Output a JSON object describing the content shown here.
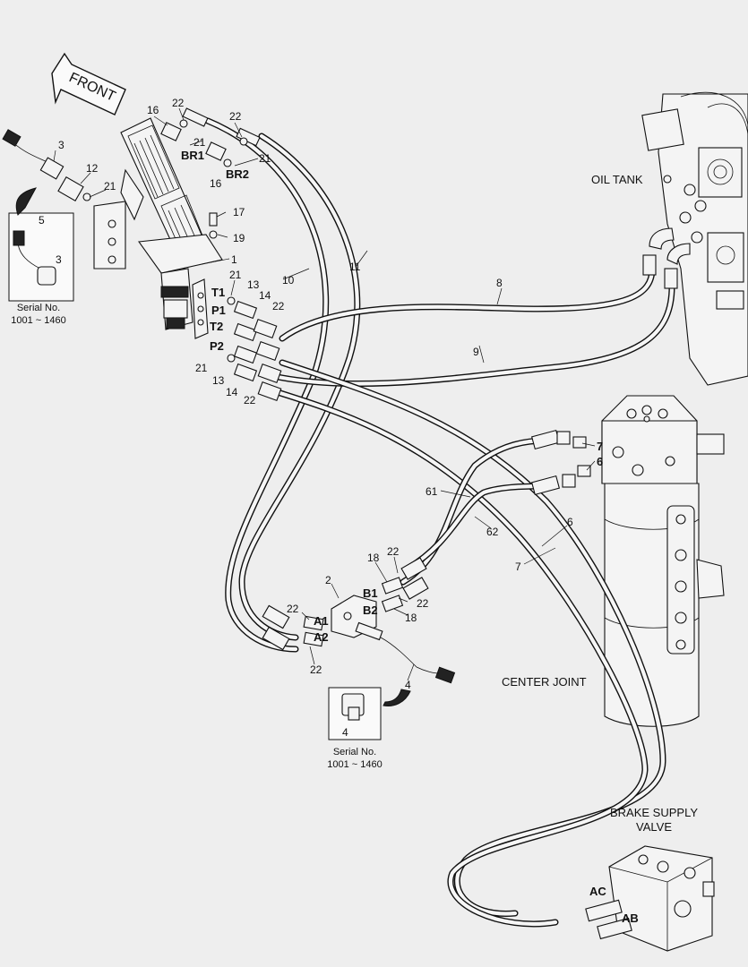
{
  "labels": {
    "front": "FRONT",
    "oil_tank": "OIL TANK",
    "center_joint": "CENTER JOINT",
    "brake_supply_valve_line1": "BRAKE SUPPLY",
    "brake_supply_valve_line2": "VALVE",
    "serial_no": "Serial No.",
    "serial_range": "1001 ~ 1460"
  },
  "ports": {
    "br1": "BR1",
    "br2": "BR2",
    "t1": "T1",
    "p1": "P1",
    "t2": "T2",
    "p2": "P2",
    "a1": "A1",
    "a2": "A2",
    "b1": "B1",
    "b2": "B2",
    "ac": "AC",
    "ab": "AB",
    "cj7": "7",
    "cj6": "6"
  },
  "parts": {
    "p1": "1",
    "p2": "2",
    "p3": "3",
    "p4": "4",
    "p5": "5",
    "p6": "6",
    "p7": "7",
    "p8": "8",
    "p9": "9",
    "p10": "10",
    "p11": "11",
    "p12": "12",
    "p13": "13",
    "p14": "14",
    "p16": "16",
    "p17": "17",
    "p18": "18",
    "p19": "19",
    "p21": "21",
    "p22": "22",
    "p61": "61",
    "p62": "62"
  },
  "colors": {
    "background": "#eeeeee",
    "line": "#111111",
    "fill": "#f4f4f4"
  }
}
